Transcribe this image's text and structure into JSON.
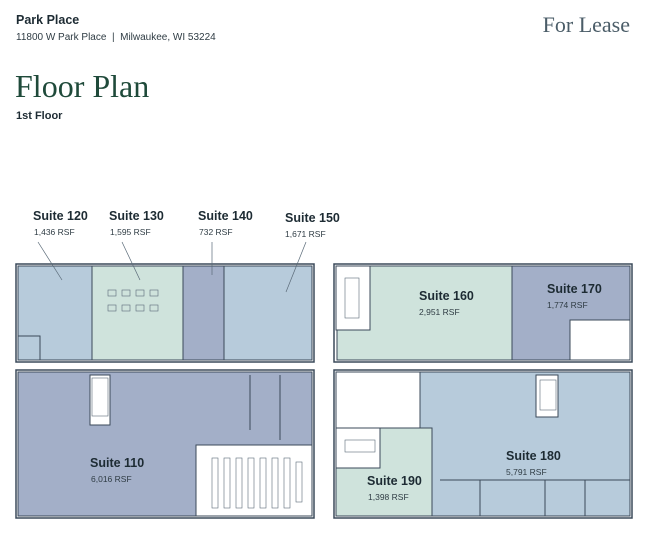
{
  "header": {
    "property_name": "Park Place",
    "address": "11800 W Park Place  |  Milwaukee, WI 53224",
    "status": "For Lease"
  },
  "page": {
    "title": "Floor Plan",
    "floor": "1st Floor"
  },
  "colors": {
    "title_green": "#1f4a3a",
    "suite_light_blue": "#b7cbdb",
    "suite_mint": "#cfe3dc",
    "suite_slate": "#a3afc8",
    "wall": "#3b4a5a"
  },
  "suites": [
    {
      "id": "120",
      "label": "Suite 120",
      "rsf": "1,436 RSF",
      "color": "#b7cbdb"
    },
    {
      "id": "130",
      "label": "Suite 130",
      "rsf": "1,595 RSF",
      "color": "#cfe3dc"
    },
    {
      "id": "140",
      "label": "Suite 140",
      "rsf": "732 RSF",
      "color": "#a3afc8"
    },
    {
      "id": "150",
      "label": "Suite 150",
      "rsf": "1,671 RSF",
      "color": "#b7cbdb"
    },
    {
      "id": "160",
      "label": "Suite 160",
      "rsf": "2,951 RSF",
      "color": "#cfe3dc"
    },
    {
      "id": "170",
      "label": "Suite 170",
      "rsf": "1,774 RSF",
      "color": "#a3afc8"
    },
    {
      "id": "110",
      "label": "Suite 110",
      "rsf": "6,016 RSF",
      "color": "#a3afc8"
    },
    {
      "id": "180",
      "label": "Suite 180",
      "rsf": "5,791 RSF",
      "color": "#b7cbdb"
    },
    {
      "id": "190",
      "label": "Suite 190",
      "rsf": "1,398 RSF",
      "color": "#cfe3dc"
    }
  ]
}
